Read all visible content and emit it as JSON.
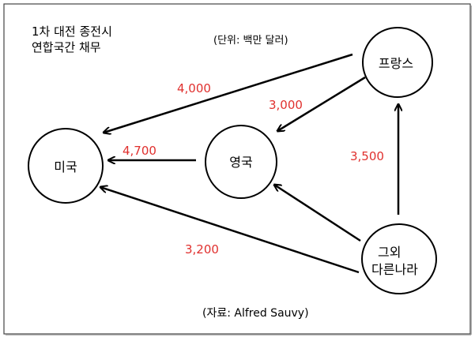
{
  "title": [
    "1차 대전 종전시",
    "연합국간 채무"
  ],
  "unit_note": "(단위: 백만 달러)",
  "source": "(자료: Alfred Sauvy)",
  "nodes": {
    "usa": "미국",
    "uk": "영국",
    "france": "프랑스",
    "others_line1": "그외",
    "others_line2": "다른나라"
  },
  "flows": [
    {
      "from": "france",
      "to": "usa",
      "value": "4,000"
    },
    {
      "from": "france",
      "to": "uk",
      "value": "3,000"
    },
    {
      "from": "uk",
      "to": "usa",
      "value": "4,700"
    },
    {
      "from": "others",
      "to": "france",
      "value": "3,500"
    },
    {
      "from": "others",
      "to": "uk",
      "value": ""
    },
    {
      "from": "others",
      "to": "usa",
      "value": "3,200"
    }
  ],
  "colors": {
    "value_text": "#e0302e",
    "line": "#000000"
  }
}
